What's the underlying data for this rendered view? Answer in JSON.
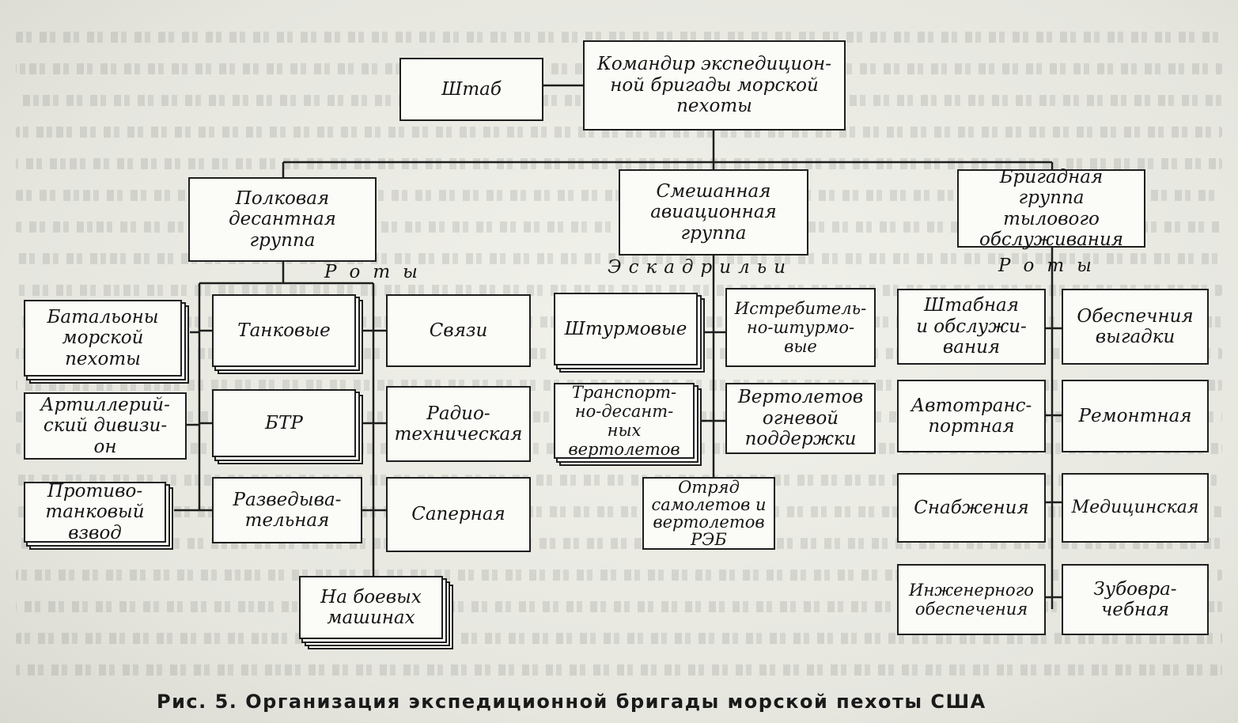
{
  "caption": "Рис. 5. Организация экспедиционной бригады морской пехоты США",
  "nodes": {
    "commander": "Командир экспедицион-\nной бригады морской\nпехоты",
    "staff": "Штаб",
    "landing_group": "Полковая\nдесантная\nгруппа",
    "aviation_group": "Смешанная\nавиационная\nгруппа",
    "support_group": "Бригадная\nгруппа\nтылового\nобслуживания",
    "marine_battalions": "Батальоны\nморской\nпехоты",
    "artillery_division": "Артиллерий-\nский дивизи-\nон",
    "antitank_platoon": "Противо-\nтанковый\nвзвод",
    "tank": "Танковые",
    "apc": "БТР",
    "recon": "Разведыва-\nтельная",
    "on_vehicles": "На боевых\nмашинах",
    "signal": "Связи",
    "radio_tech": "Радио-\nтехническая",
    "sapper": "Саперная",
    "attack_sq": "Штурмовые",
    "fighter_attack_sq": "Истребитель-\nно-штурмо-\nвые",
    "transport_heli_sq": "Транспорт-\nно-десант-\nных вертолетов",
    "fire_support_heli_sq": "Вертолетов\nогневой\nподдержки",
    "ew_detachment": "Отряд\nсамолетов и\nвертолетов\nРЭБ",
    "hq_service": "Штабная\nи обслужи-\nвания",
    "motor_transport": "Автотранс-\nпортная",
    "supply": "Снабжения",
    "engineering": "Инженерного\nобеспечения",
    "landing_support": "Обеспечния\nвыгадки",
    "repair": "Ремонтная",
    "medical": "Медицинская",
    "dental": "Зубовра-\nчебная"
  },
  "labels": {
    "companies_left": "Роты",
    "squadrons": "Эскадрильи",
    "companies_right": "Роты"
  }
}
